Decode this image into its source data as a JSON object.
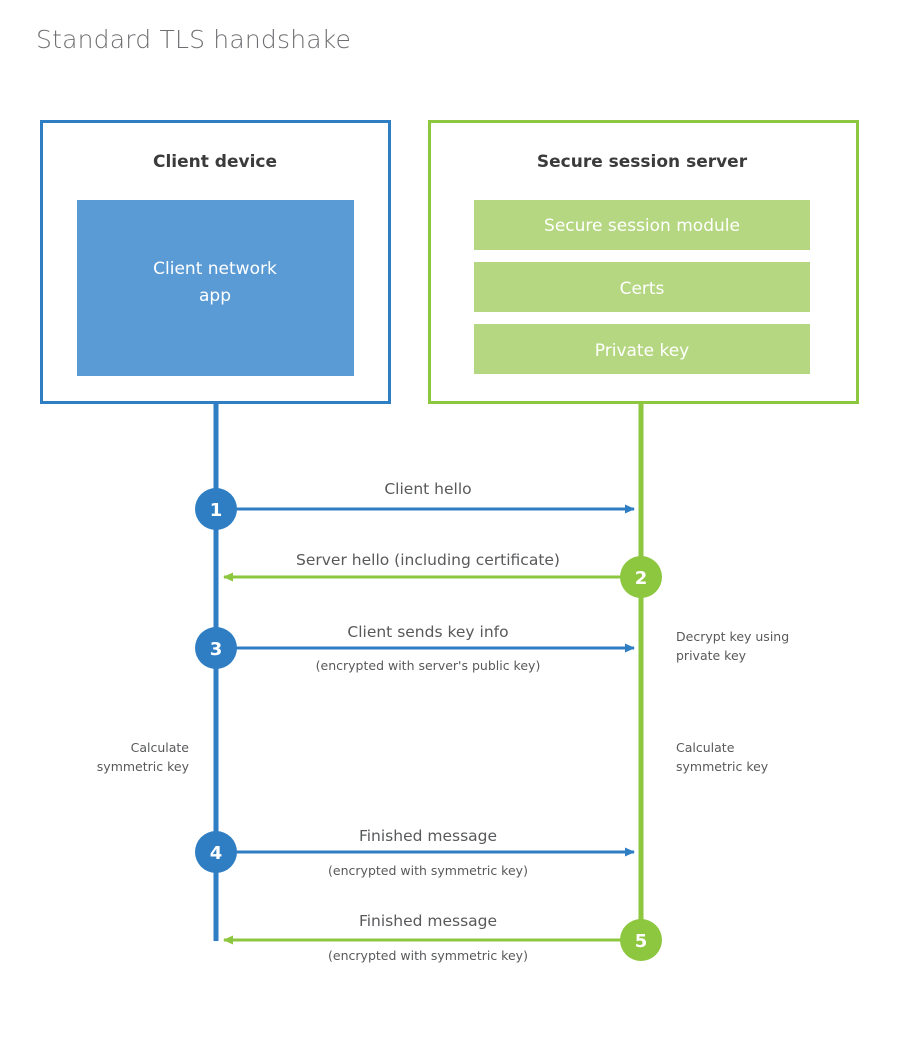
{
  "title": "Standard TLS handshake",
  "colors": {
    "client_border": "#2f7ec4",
    "client_fill": "#5b9bd5",
    "server_border": "#8dc63f",
    "server_fill": "#b5d781",
    "text_dark": "#3b3b3b",
    "text_gray": "#58595b",
    "title_gray": "#6d6e71",
    "background": "#ffffff"
  },
  "nodes": {
    "client": {
      "title": "Client device",
      "inner": {
        "line1": "Client network",
        "line2": "app"
      }
    },
    "server": {
      "title": "Secure session server",
      "items": [
        {
          "label": "Secure session module"
        },
        {
          "label": "Certs"
        },
        {
          "label": "Private key"
        }
      ]
    }
  },
  "steps": [
    {
      "number": "1",
      "label": "Client hello",
      "sublabel": "",
      "direction": "client-to-server",
      "color": "#2f7ec4"
    },
    {
      "number": "2",
      "label": "Server hello (including certificate)",
      "sublabel": "",
      "direction": "server-to-client",
      "color": "#8dc63f"
    },
    {
      "number": "3",
      "label": "Client sends key info",
      "sublabel": "(encrypted with server's public key)",
      "direction": "client-to-server",
      "color": "#2f7ec4"
    },
    {
      "number": "4",
      "label": "Finished message",
      "sublabel": "(encrypted with symmetric key)",
      "direction": "client-to-server",
      "color": "#2f7ec4"
    },
    {
      "number": "5",
      "label": "Finished message",
      "sublabel": "(encrypted with symmetric key)",
      "direction": "server-to-client",
      "color": "#8dc63f"
    }
  ],
  "annotations": {
    "server_decrypt": {
      "line1": "Decrypt key using",
      "line2": "private key"
    },
    "client_calculate": {
      "line1": "Calculate",
      "line2": "symmetric key"
    },
    "server_calculate": {
      "line1": "Calculate",
      "line2": "symmetric key"
    }
  }
}
